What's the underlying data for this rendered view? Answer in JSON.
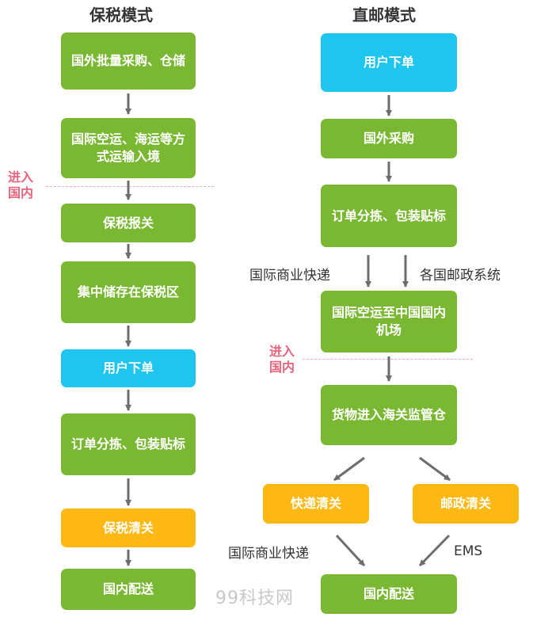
{
  "left": {
    "title": "保税模式",
    "steps": [
      "国外批量采购、仓储",
      "国际空运、海运等方式运输入境",
      "保税报关",
      "集中储存在保税区",
      "用户下单",
      "订单分拣、包装贴标",
      "保税清关",
      "国内配送"
    ],
    "border_note": [
      "进入",
      "国内"
    ]
  },
  "right": {
    "title": "直邮模式",
    "steps": [
      "用户下单",
      "国外采购",
      "订单分拣、包装贴标",
      "国际空运至中国国内机场",
      "货物进入海关监管仓"
    ],
    "channel_left": "国际商业快递",
    "channel_right": "各国邮政系统",
    "border_note": [
      "进入",
      "国内"
    ],
    "clear_express": "快递清关",
    "clear_post": "邮政清关",
    "route_express": "国际商业快递",
    "route_ems": "EMS",
    "delivery": "国内配送"
  },
  "watermark": "99科技网",
  "colors": {
    "green": "#7ab833",
    "blue": "#1ec5ee",
    "orange": "#fdb813",
    "arrow": "#6d6d6d",
    "border_note": "#e8647c"
  }
}
